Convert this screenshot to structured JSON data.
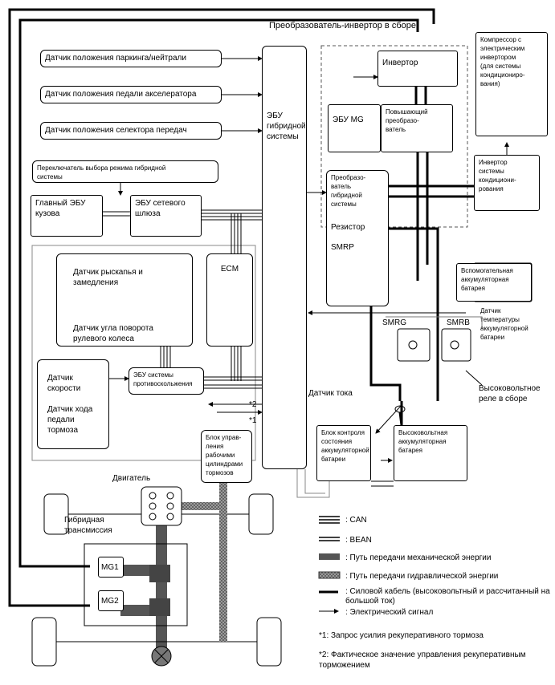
{
  "title_assembly": "Преобразователь-инвертор в сборе",
  "sensors": {
    "park_neutral": "Датчик положения паркинга/нейтрали",
    "accel_pedal": "Датчик положения педали акселератора",
    "shift_selector": "Датчик положения селектора передач",
    "hybrid_mode_switch": "Переключатель выбора режима гибридной\nсистемы"
  },
  "ecus": {
    "hv_ecu": "ЭБУ\nгибридной\nсистемы",
    "body_ecu": "Главный ЭБУ\nкузова",
    "gateway_ecu": "ЭБУ сетевого\nшлюза",
    "ecm": "ECM",
    "skid_ecu": "ЭБУ системы\nпротивоскольжения",
    "mg_ecu": "ЭБУ MG",
    "brake_actuator": "Блок управ-\nления\nрабочими\nцилиндрами\nтормозов",
    "battery_monitor": "Блок контроля\nсостояния\nаккумуляторной\nбатареи"
  },
  "chassis_sensors": {
    "yaw": "Датчик рыскanья и\nзамедления",
    "steering": "Датчик угла поворота\nрулевого колеса",
    "speed": "Датчик\nскорости",
    "brake_stroke": "Датчик хода\nпедали\nтормоза"
  },
  "inverter": {
    "inverter": "Инвертор",
    "boost": "Повышающий\nпреобразо-\nватель",
    "hv_converter": "Преобразо-\nватель гибридной\nсистемы",
    "resistor": "Резистор",
    "smrp": "SMRP",
    "smrg": "SMRG",
    "smrb": "SMRB"
  },
  "ac": {
    "compressor": "Компрессор с\nэлектрическим\nинвертором\n(для системы\nкондициониро-\nвания)",
    "ac_inverter": "Инвертор\nсистемы\nкондициони-\nрования"
  },
  "battery": {
    "aux": "Вспомогательная\nаккумуляторная\nбатарея",
    "temp_sensor": "Датчик\nтемпературы\nаккумуляторной\nбатареи",
    "hv_relay": "Высоковольтное\nреле в сборе",
    "current_sensor": "Датчик тока",
    "hv_battery": "Высоковольтная\nаккумуляторная\nбатарея"
  },
  "drivetrain": {
    "engine": "Двигатель",
    "transmission": "Гибридная\nтрансмиссия",
    "mg1": "MG1",
    "mg2": "MG2"
  },
  "markers": {
    "m2": "*2",
    "m1": "*1"
  },
  "legend": {
    "can": ": CAN",
    "bean": ": BEAN",
    "mech": ": Путь передачи механической энергии",
    "hydraulic": ": Путь передачи гидравлической энергии",
    "power_cable": ": Силовой кабель (высоковольтный и рассчитанный на\nбольшой ток)",
    "signal": ": Электрический сигнал"
  },
  "notes": {
    "n1": "*1: Запрос усилия рекуперативного тормоза",
    "n2": "*2: Фактическое значение управления рекуперативным\nторможением"
  }
}
